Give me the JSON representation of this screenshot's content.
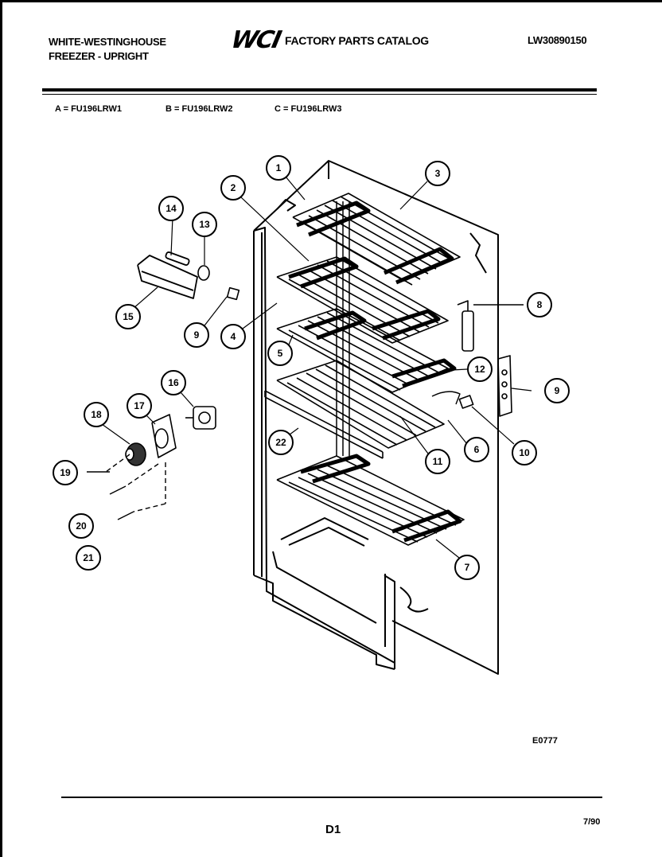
{
  "header": {
    "brand_line1": "WHITE-WESTINGHOUSE",
    "brand_line2": "FREEZER - UPRIGHT",
    "logo": "WCI",
    "catalog_title": "FACTORY PARTS CATALOG",
    "catalog_number": "LW30890150"
  },
  "models": {
    "a": "A = FU196LRW1",
    "b": "B = FU196LRW2",
    "c": "C = FU196LRW3"
  },
  "callouts": {
    "c1": "1",
    "c2": "2",
    "c3": "3",
    "c4": "4",
    "c5": "5",
    "c6": "6",
    "c7": "7",
    "c8": "8",
    "c9a": "9",
    "c9b": "9",
    "c10": "10",
    "c11": "11",
    "c12": "12",
    "c13": "13",
    "c14": "14",
    "c15": "15",
    "c16": "16",
    "c17": "17",
    "c18": "18",
    "c19": "19",
    "c20": "20",
    "c21": "21",
    "c22": "22"
  },
  "footer": {
    "ref_code": "E0777",
    "page_code": "D1",
    "date_code": "7/90"
  }
}
